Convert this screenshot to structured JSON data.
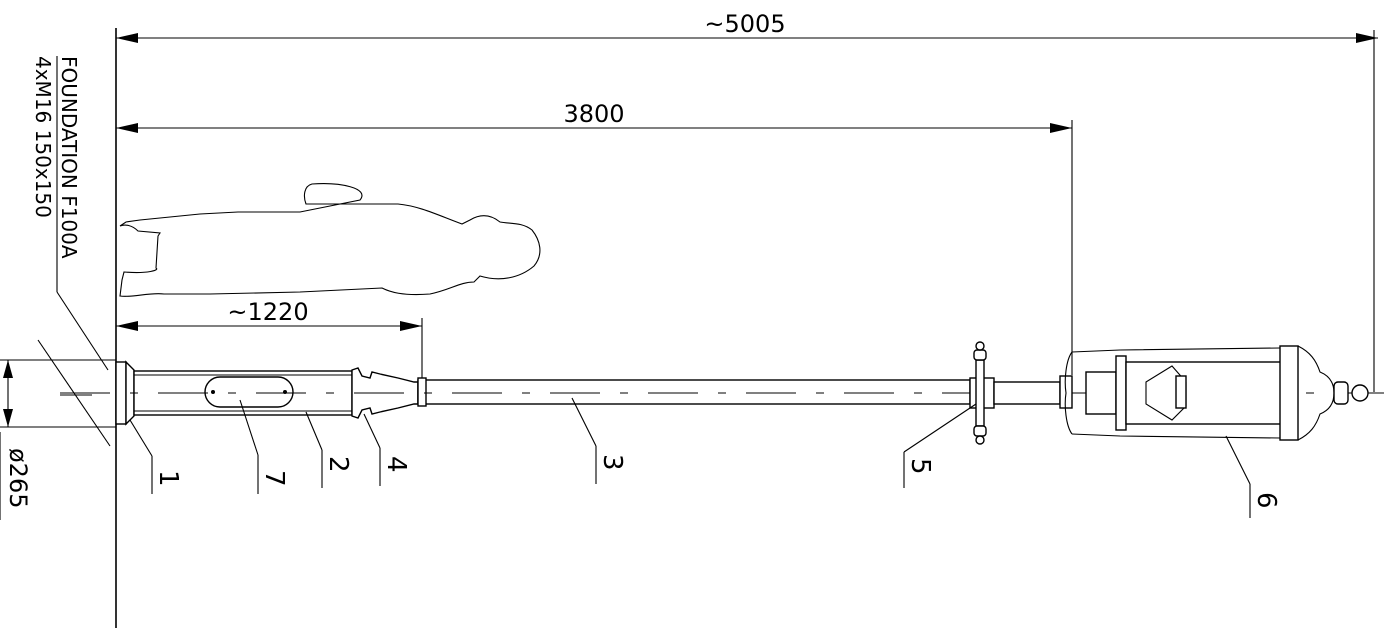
{
  "dimensions": {
    "total_length": "~5005",
    "to_lantern": "3800",
    "base_length": "~1220",
    "diameter": "ø265"
  },
  "foundation": {
    "line1": "FOUNDATION F100A",
    "line2": "4xM16 150x150"
  },
  "callouts": [
    "1",
    "7",
    "2",
    "4",
    "3",
    "5",
    "6"
  ]
}
